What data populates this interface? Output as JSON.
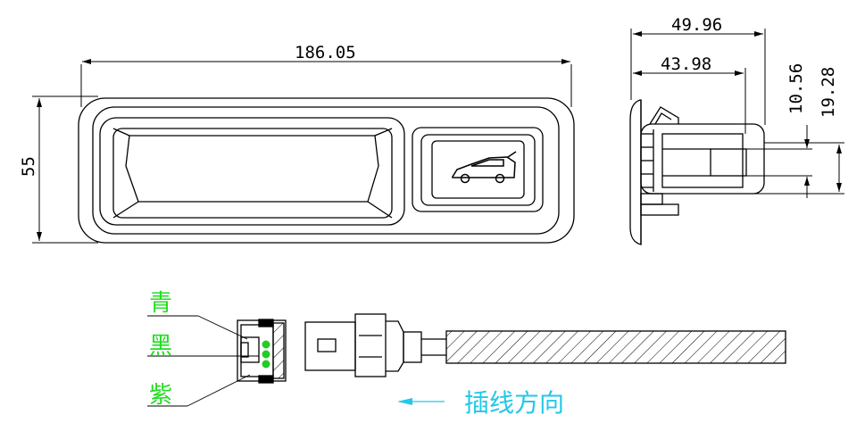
{
  "dimensions": {
    "overall_length": "186.05",
    "height": "55",
    "side_total_depth": "49.96",
    "side_body_depth": "43.98",
    "side_small_height": "10.56",
    "side_large_height": "19.28"
  },
  "wires": {
    "top_label": "青",
    "middle_label": "黑",
    "bottom_label": "紫",
    "pin_color": "#22cc22"
  },
  "insertion_direction": {
    "label": "插线方向",
    "color": "#22c8e8"
  },
  "icons": {
    "button_symbol": "car-tailgate-icon"
  }
}
